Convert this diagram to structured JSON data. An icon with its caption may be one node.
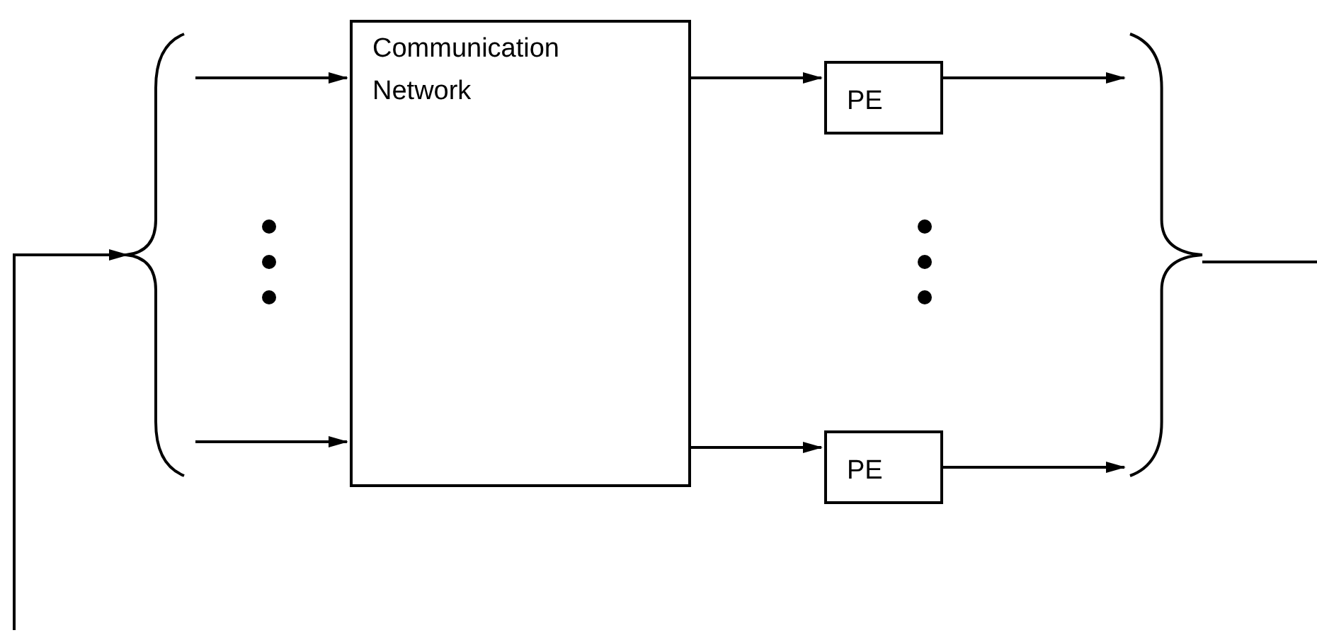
{
  "diagram": {
    "nodes": [
      {
        "text": [],
        "shape": "brace"
      },
      {
        "text": [
          "Communication Network"
        ]
      },
      {
        "text": [
          "PE"
        ]
      },
      {
        "text": [
          "PE"
        ]
      },
      {
        "text": [],
        "shape": "brace"
      }
    ],
    "edges": [
      {
        "from": 0,
        "to": 1,
        "arrow": "to"
      },
      {
        "from": 0,
        "to": 1,
        "arrow": "to"
      },
      {
        "from": 1,
        "to": 2,
        "arrow": "to"
      },
      {
        "from": 1,
        "to": 3,
        "arrow": "to"
      },
      {
        "from": 2,
        "to": 4,
        "arrow": "to"
      },
      {
        "from": 3,
        "to": 4,
        "arrow": "to"
      },
      {
        "from": 4,
        "to": null,
        "arrow": "none"
      },
      {
        "from": null,
        "to": 0,
        "arrow": "to"
      }
    ]
  }
}
